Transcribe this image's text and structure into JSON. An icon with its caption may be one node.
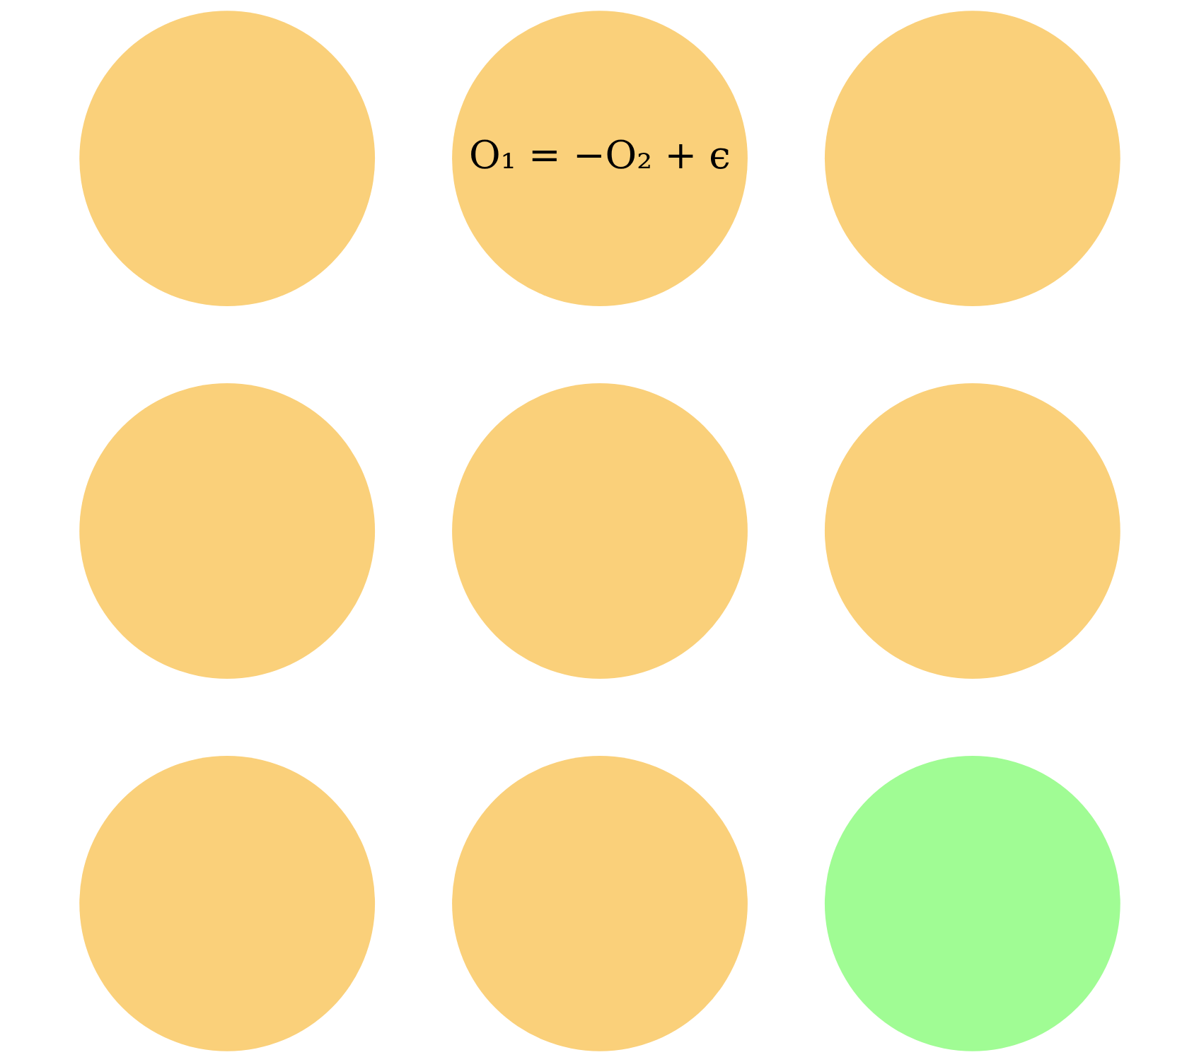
{
  "diagram": {
    "nodes": [
      {
        "text": [],
        "shape": "circle"
      },
      {
        "text": [
          "O₁ = −O₂ + ϵ"
        ]
      },
      {
        "text": [],
        "shape": "circle"
      },
      {
        "text": [],
        "shape": "circle"
      },
      {
        "text": [],
        "shape": "circle"
      },
      {
        "text": [],
        "shape": "circle"
      },
      {
        "text": [],
        "shape": "circle"
      },
      {
        "text": [],
        "shape": "circle"
      },
      {
        "text": [],
        "shape": "circle"
      }
    ]
  }
}
